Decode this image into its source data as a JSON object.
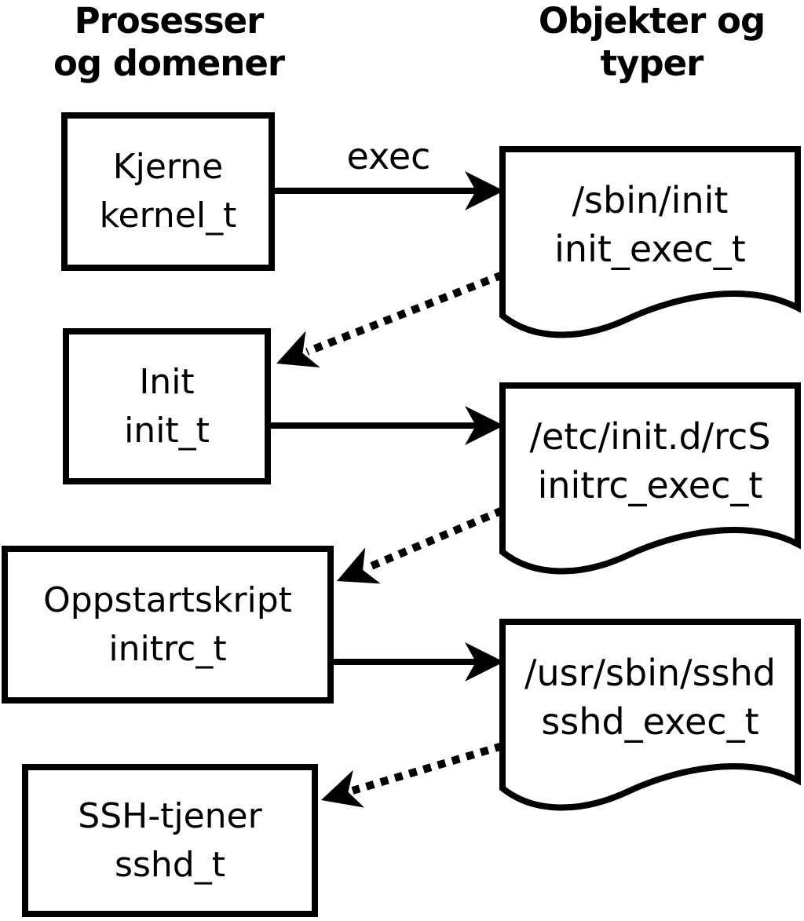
{
  "columns": {
    "processes": {
      "title_line1": "Prosesser",
      "title_line2": "og domener"
    },
    "objects": {
      "title_line1": "Objekter og",
      "title_line2": "typer"
    }
  },
  "processes": [
    {
      "name": "Kjerne",
      "domain": "kernel_t"
    },
    {
      "name": "Init",
      "domain": "init_t"
    },
    {
      "name": "Oppstartskript",
      "domain": "initrc_t"
    },
    {
      "name": "SSH-tjener",
      "domain": "sshd_t"
    }
  ],
  "objects": [
    {
      "path": "/sbin/init",
      "type": "init_exec_t"
    },
    {
      "path": "/etc/init.d/rcS",
      "type": "initrc_exec_t"
    },
    {
      "path": "/usr/sbin/sshd",
      "type": "sshd_exec_t"
    }
  ],
  "arrows": [
    {
      "from": "kernel_t",
      "to": "/sbin/init",
      "style": "solid",
      "label": "exec"
    },
    {
      "from": "/sbin/init",
      "to": "init_t",
      "style": "dotted",
      "label": ""
    },
    {
      "from": "init_t",
      "to": "/etc/init.d/rcS",
      "style": "solid",
      "label": ""
    },
    {
      "from": "/etc/init.d/rcS",
      "to": "initrc_t",
      "style": "dotted",
      "label": ""
    },
    {
      "from": "initrc_t",
      "to": "/usr/sbin/sshd",
      "style": "solid",
      "label": ""
    },
    {
      "from": "/usr/sbin/sshd",
      "to": "sshd_t",
      "style": "dotted",
      "label": ""
    }
  ],
  "colors": {
    "ink": "#000000",
    "background": "#ffffff"
  }
}
